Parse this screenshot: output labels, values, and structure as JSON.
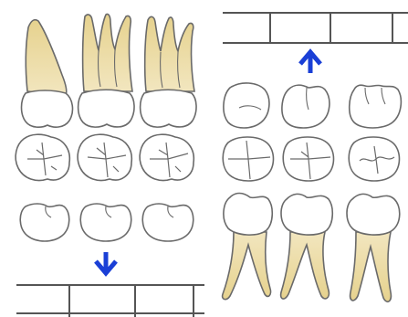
{
  "diagram": {
    "left_panel": {
      "upper_teeth_roots": [
        "tooth-1",
        "tooth-2",
        "tooth-3"
      ],
      "arrow_direction": "down"
    },
    "right_panel": {
      "lower_teeth_roots": [
        "tooth-1",
        "tooth-2",
        "tooth-3"
      ],
      "arrow_direction": "up"
    },
    "colors": {
      "outline": "#6a6a6a",
      "root_fill": "#ead9a0",
      "root_fill_light": "#f3e7c0",
      "arrow": "#1a3fd6",
      "grid": "#555555"
    }
  }
}
